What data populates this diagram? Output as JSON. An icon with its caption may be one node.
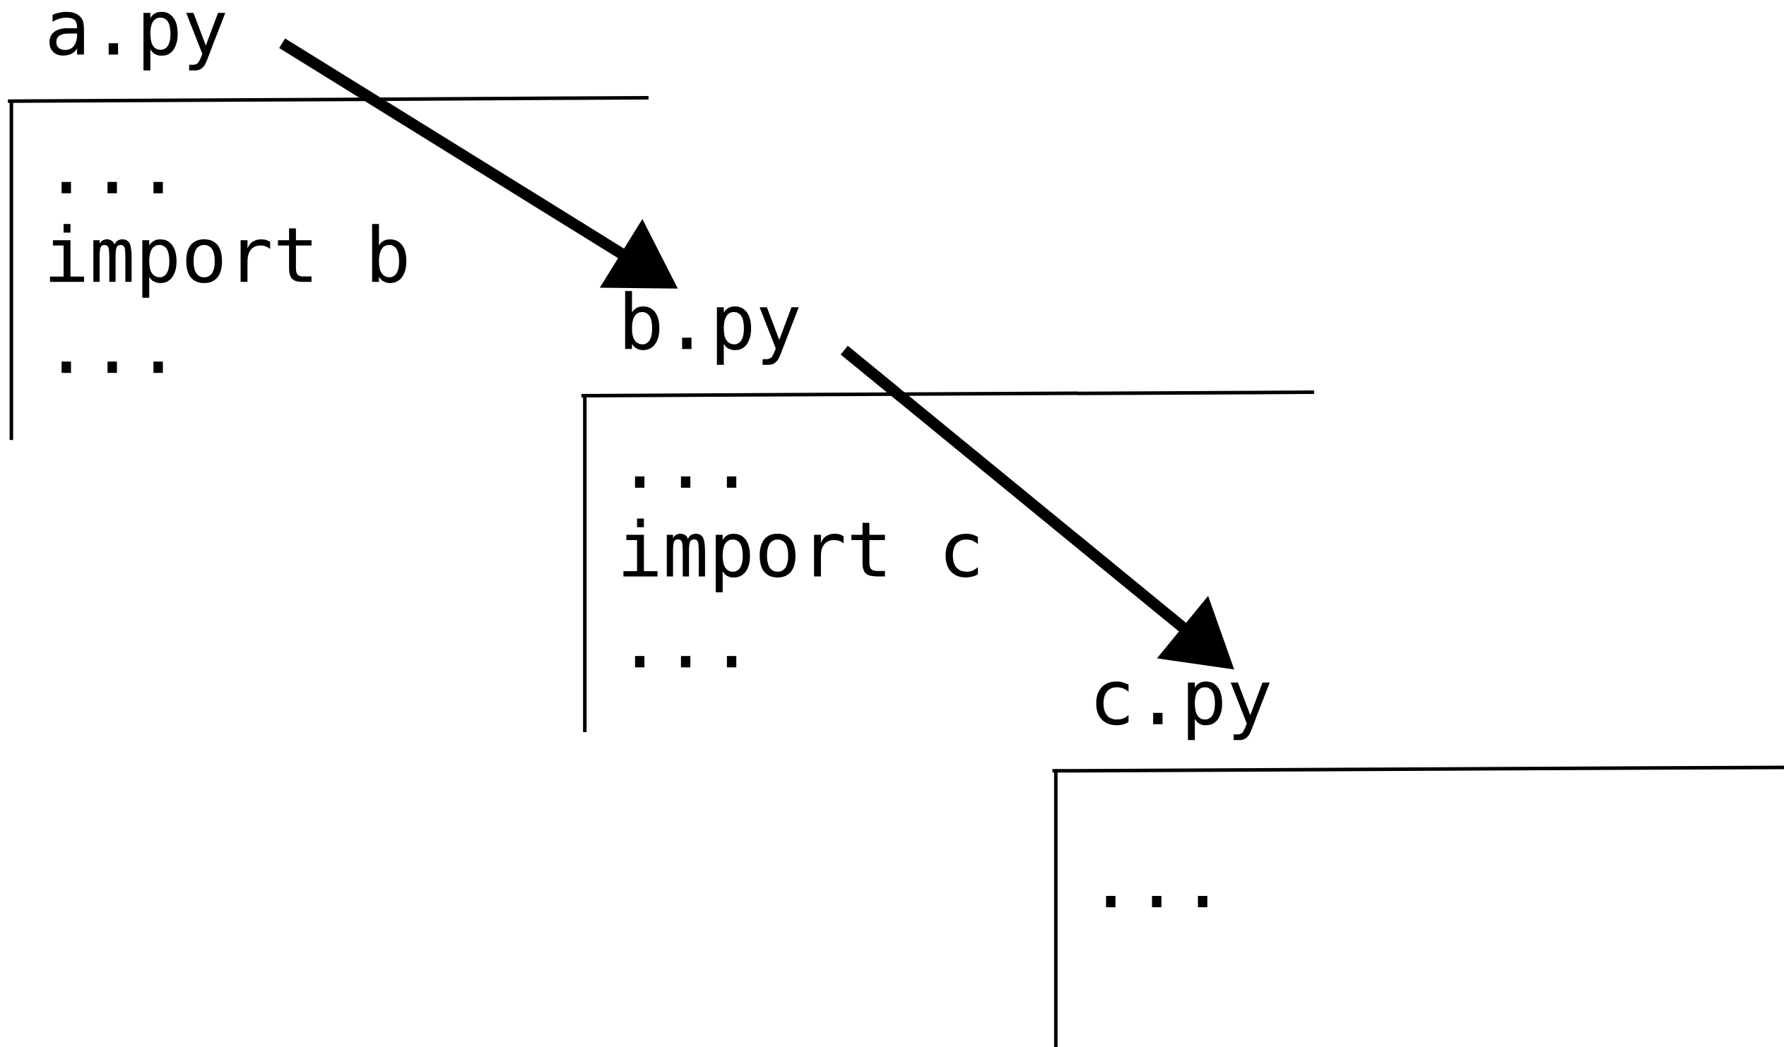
{
  "diagram": {
    "nodes": [
      {
        "text": [
          "a.py",
          "...",
          "import b",
          "..."
        ]
      },
      {
        "text": [
          "b.py",
          "...",
          "import c",
          "..."
        ]
      },
      {
        "text": [
          "c.py",
          "..."
        ]
      }
    ],
    "edges": [
      {
        "from": 0,
        "to": 1,
        "arrow": "to"
      },
      {
        "from": 1,
        "to": 2,
        "arrow": "to"
      }
    ]
  }
}
